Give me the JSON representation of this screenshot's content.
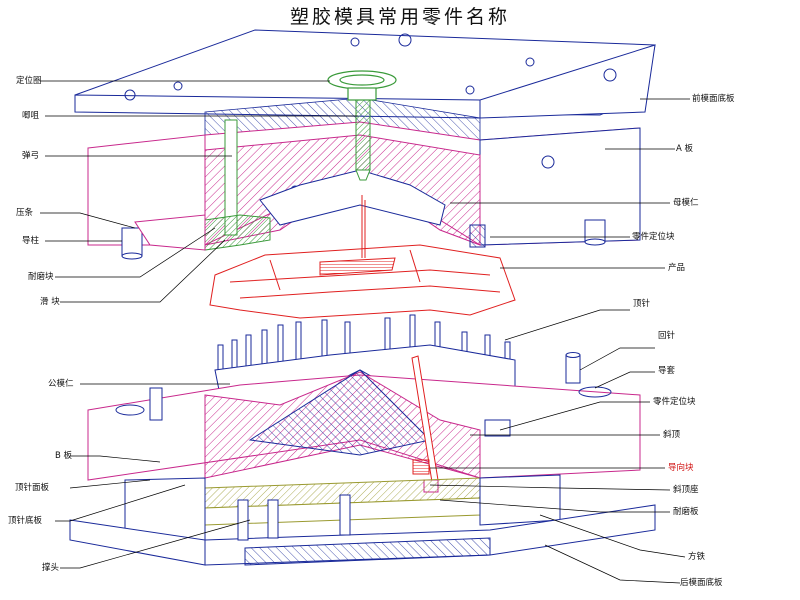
{
  "title": "塑胶模具常用零件名称",
  "colors": {
    "plate_outline": "#1a2a9a",
    "plate_side": "#c8288c",
    "section_hatch": "#c8288c",
    "sprue": "#3a9a3a",
    "product": "#e02020",
    "leader": "#000000",
    "highlight_label": "#d01010"
  },
  "labels": {
    "locating_ring": "定位圈",
    "sprue_bush": "唧咀",
    "spring": "弹弓",
    "pressure_strip": "压条",
    "guide_pillar": "导柱",
    "wear_plate_left": "耐磨块",
    "slider": "滑  块",
    "core_insert": "公模仁",
    "b_plate": "B 板",
    "ejector_retainer_plate": "顶针面板",
    "ejector_base_plate": "顶针底板",
    "support_pillar": "撑头",
    "top_clamp_plate": "前模面底板",
    "a_plate": "A 板",
    "cavity_insert": "母模仁",
    "parting_lock_top": "零件定位块",
    "product": "产品",
    "ejector_pin": "顶针",
    "return_pin": "回针",
    "guide_bush": "导套",
    "parting_lock_bottom": "零件定位块",
    "lifter": "斜顶",
    "lifter_guide": "导向块",
    "lifter_seat": "斜顶座",
    "wear_plate_right": "耐磨板",
    "spacer_block": "方铁",
    "bottom_clamp_plate": "后模面底板"
  }
}
